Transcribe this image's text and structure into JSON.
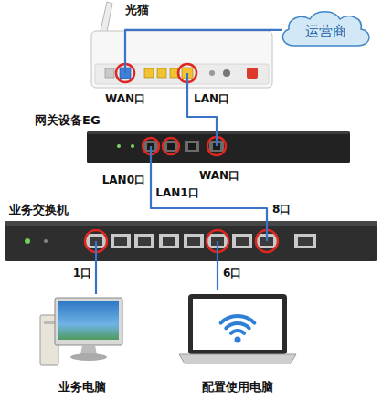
{
  "diagram": {
    "nodes": [
      {
        "text": [
          "光猫"
        ]
      },
      {
        "text": [
          "运营商"
        ]
      },
      {
        "text": [
          "网关设备EG"
        ]
      },
      {
        "text": [
          "业务交换机"
        ]
      },
      {
        "text": [
          "业务电脑"
        ]
      },
      {
        "text": [
          "配置使用电脑"
        ]
      }
    ],
    "edges": [
      {
        "from": 1,
        "to": 0,
        "arrow": "none"
      },
      {
        "from": 0,
        "to": 2,
        "arrow": "none"
      },
      {
        "from": 2,
        "to": 3,
        "arrow": "none"
      },
      {
        "from": 3,
        "to": 4,
        "arrow": "none"
      },
      {
        "from": 3,
        "to": 5,
        "arrow": "none"
      }
    ],
    "labels": [
      "WAN口",
      "LAN口",
      "LAN0口",
      "LAN1口",
      "WAN口",
      "8口",
      "1口",
      "6口"
    ]
  }
}
